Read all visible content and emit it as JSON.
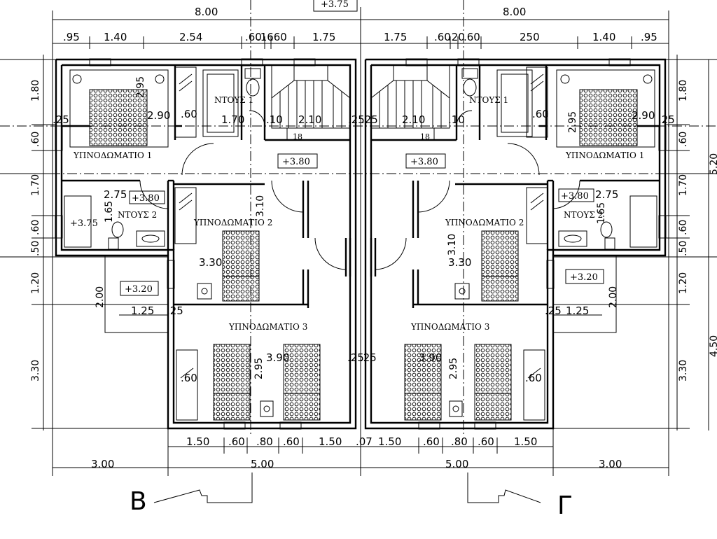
{
  "top_level_box": "+3.75",
  "top_totals": [
    "8.00",
    "8.00"
  ],
  "top_dims_left": [
    ".95",
    "1.40",
    "2.54",
    ".60",
    ".16",
    ".60",
    "1.75"
  ],
  "top_dims_right": [
    "1.75",
    ".60",
    ".20",
    ".60",
    "250",
    "1.40",
    ".95"
  ],
  "bottom_dims": [
    "1.50",
    ".60",
    ".80",
    ".60",
    "1.50",
    ".07",
    "1.50",
    ".60",
    ".80",
    ".60",
    "1.50"
  ],
  "bottom_totals": [
    "3.00",
    "5.00",
    "5.00",
    "3.00"
  ],
  "left_dims": [
    "1.80",
    ".60",
    "1.70",
    ".60",
    ".50",
    "1.20",
    "3.30"
  ],
  "right_dims": [
    "1.80",
    ".60",
    "1.70",
    ".60",
    ".50",
    "1.20",
    "3.30"
  ],
  "right_outer_dims": [
    "5.20",
    "4.50"
  ],
  "rooms": {
    "bedroom1": "ΥΠΝΟΔΩΜΑΤΙΟ 1",
    "bedroom2": "ΥΠΝΟΔΩΜΑΤΙΟ 2",
    "bedroom3": "ΥΠΝΟΔΩΜΑΤΙΟ 3",
    "shower1": "ΝΤΟΥΣ 1",
    "shower2": "ΝΤΟΥΣ 2"
  },
  "levels": {
    "hall": "+3.80",
    "shower2": "+3.80",
    "tub": "+3.75",
    "terrace": "+3.20"
  },
  "inner_dims": {
    "bed1_w": "2.90",
    "bed1_h": "2.95",
    "shower1_a": ".60",
    "shower1_b": "1.70",
    "stair_a": ".10",
    "stair_b": "2.10",
    "stair_c": ".25",
    "stair_d": ".25",
    "stairs_count": "18",
    "shower2_w": "2.75",
    "shower2_h": "1.65",
    "bed2_w": "3.30",
    "bed2_h": "3.10",
    "terr_w": "1.25",
    "terr_wall": ".25",
    "terr_h": "2.00",
    "bed3_w": "3.90",
    "bed3_h": "2.95",
    "bed3_wall": ".25",
    "bed3_win": ".60"
  },
  "section_labels": [
    "B",
    "Γ"
  ]
}
